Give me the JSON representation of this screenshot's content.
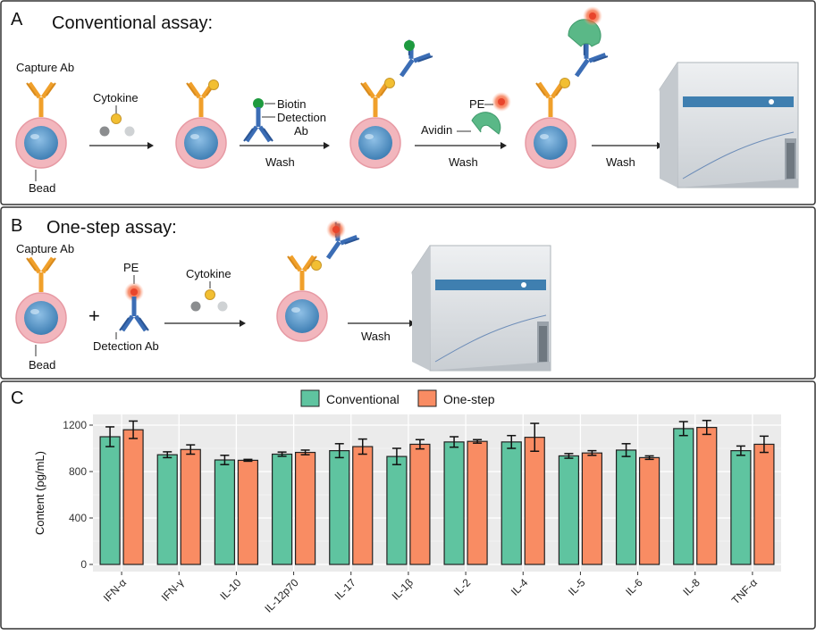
{
  "panelA": {
    "letter": "A",
    "title": "Conventional assay:",
    "capture_ab": "Capture Ab",
    "bead": "Bead",
    "cytokine": "Cytokine",
    "biotin": "Biotin",
    "detection1": "Detection",
    "detection2": "Ab",
    "pe": "PE",
    "avidin": "Avidin",
    "wash": "Wash"
  },
  "panelB": {
    "letter": "B",
    "title": "One-step assay:",
    "capture_ab": "Capture Ab",
    "bead": "Bead",
    "plus": "+",
    "pe": "PE",
    "detection_ab": "Detection Ab",
    "cytokine": "Cytokine",
    "wash": "Wash"
  },
  "panelC": {
    "letter": "C"
  },
  "colors": {
    "conventional": "#5fc4a0",
    "onestep": "#f98c63",
    "antibody_orange": "#f0a02b",
    "antibody_blue": "#3b6db5",
    "bead_ring": "#f3b8bf",
    "bead_core": "#4d8fbf",
    "cytokine": "#f2bf32",
    "pe": "#e8452c",
    "biotin": "#1e9a3f",
    "avidin": "#5ab887"
  },
  "chart_data": {
    "type": "bar",
    "categories": [
      "IFN-α",
      "IFN-γ",
      "IL-10",
      "IL-12p70",
      "IL-17",
      "IL-1β",
      "IL-2",
      "IL-4",
      "IL-5",
      "IL-6",
      "IL-8",
      "TNF-α"
    ],
    "series": [
      {
        "name": "Conventional",
        "values": [
          1100,
          945,
          900,
          950,
          980,
          930,
          1055,
          1055,
          935,
          985,
          1170,
          980
        ],
        "errors": [
          85,
          25,
          40,
          18,
          60,
          70,
          45,
          55,
          20,
          55,
          60,
          40
        ]
      },
      {
        "name": "One-step",
        "values": [
          1160,
          990,
          897,
          965,
          1015,
          1035,
          1060,
          1095,
          960,
          920,
          1180,
          1035
        ],
        "errors": [
          75,
          40,
          8,
          20,
          65,
          40,
          15,
          120,
          20,
          15,
          60,
          70
        ]
      }
    ],
    "ylabel": "Content (pg/mL)",
    "yticks": [
      0,
      400,
      800,
      1200
    ],
    "ylim": [
      0,
      1300
    ],
    "legend_position": "top"
  }
}
